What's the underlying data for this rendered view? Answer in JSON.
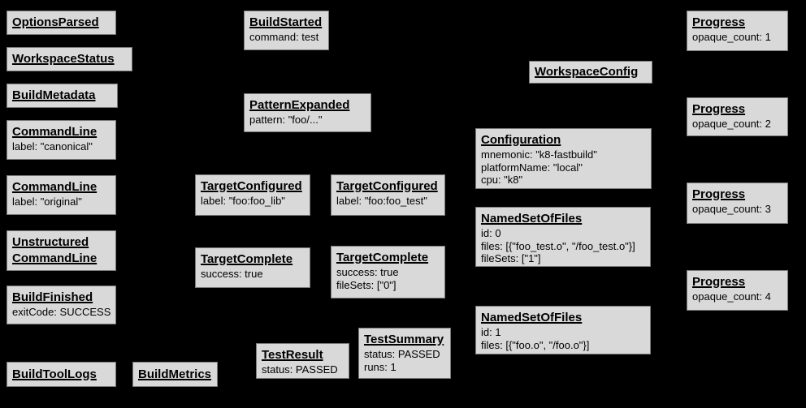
{
  "diagram": {
    "description": "Build event protocol event graph",
    "colors": {
      "background": "#000000",
      "box_fill": "#d9d9d9",
      "box_border": "#7a7a7a",
      "text": "#000000"
    },
    "boxes": {
      "options_parsed": {
        "title": "OptionsParsed"
      },
      "workspace_status": {
        "title": "WorkspaceStatus"
      },
      "build_metadata": {
        "title": "BuildMetadata"
      },
      "command_line_canonical": {
        "title": "CommandLine",
        "line1": "label: \"canonical\""
      },
      "command_line_original": {
        "title": "CommandLine",
        "line1": "label: \"original\""
      },
      "unstructured_command_line": {
        "title": "Unstructured",
        "title2": "CommandLine"
      },
      "build_finished": {
        "title": "BuildFinished",
        "line1": "exitCode: SUCCESS"
      },
      "build_tool_logs": {
        "title": "BuildToolLogs"
      },
      "build_metrics": {
        "title": "BuildMetrics"
      },
      "build_started": {
        "title": "BuildStarted",
        "line1": "command: test"
      },
      "pattern_expanded": {
        "title": "PatternExpanded",
        "line1": "pattern: \"foo/...\""
      },
      "target_configured_lib": {
        "title": "TargetConfigured",
        "line1": "label: \"foo:foo_lib\""
      },
      "target_complete_lib": {
        "title": "TargetComplete",
        "line1": "success: true"
      },
      "target_configured_test": {
        "title": "TargetConfigured",
        "line1": "label: \"foo:foo_test\""
      },
      "target_complete_test": {
        "title": "TargetComplete",
        "line1": "success: true",
        "line2": "fileSets: [\"0\"]"
      },
      "test_result": {
        "title": "TestResult",
        "line1": "status: PASSED"
      },
      "test_summary": {
        "title": "TestSummary",
        "line1": "status: PASSED",
        "line2": "runs: 1"
      },
      "workspace_config": {
        "title": "WorkspaceConfig"
      },
      "configuration": {
        "title": "Configuration",
        "line1": "mnemonic: \"k8-fastbuild\"",
        "line2": "platformName: \"local\"",
        "line3": "cpu: \"k8\""
      },
      "named_set_of_files_0": {
        "title": "NamedSetOfFiles",
        "line1": "id: 0",
        "line2": "files: [{\"foo_test.o\", \"/foo_test.o\"}]",
        "line3": "fileSets: [\"1\"]"
      },
      "named_set_of_files_1": {
        "title": "NamedSetOfFiles",
        "line1": "id: 1",
        "line2": "files: [{\"foo.o\", \"/foo.o\"}]"
      },
      "progress_1": {
        "title": "Progress",
        "line1": "opaque_count: 1"
      },
      "progress_2": {
        "title": "Progress",
        "line1": "opaque_count: 2"
      },
      "progress_3": {
        "title": "Progress",
        "line1": "opaque_count: 3"
      },
      "progress_4": {
        "title": "Progress",
        "line1": "opaque_count: 4"
      }
    }
  }
}
